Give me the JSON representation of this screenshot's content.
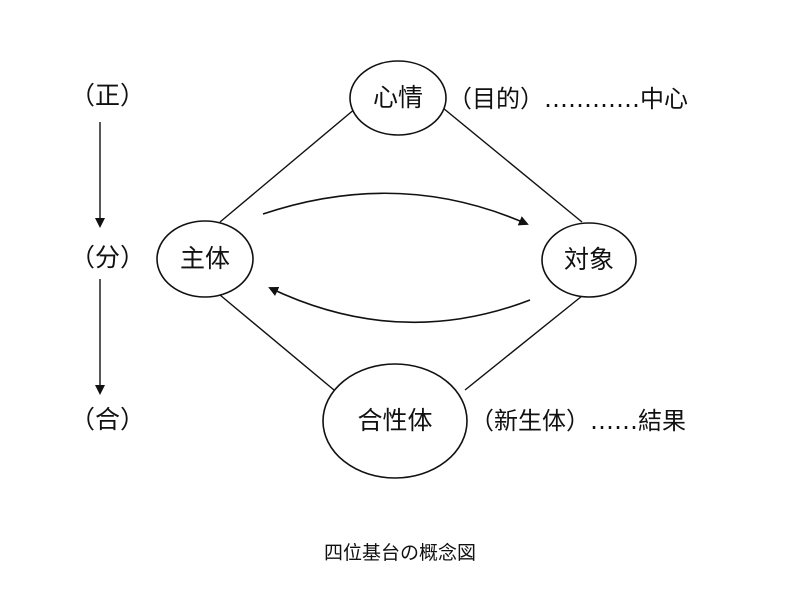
{
  "stages": {
    "thesis": "（正）",
    "division": "（分）",
    "synthesis": "（合）"
  },
  "nodes": {
    "heart": "心情",
    "subject": "主体",
    "object": "対象",
    "union": "合性体"
  },
  "annotations": {
    "heart_note": "（目的）…………中心",
    "union_note": "（新生体）……結果"
  },
  "caption": "四位基台の概念図"
}
